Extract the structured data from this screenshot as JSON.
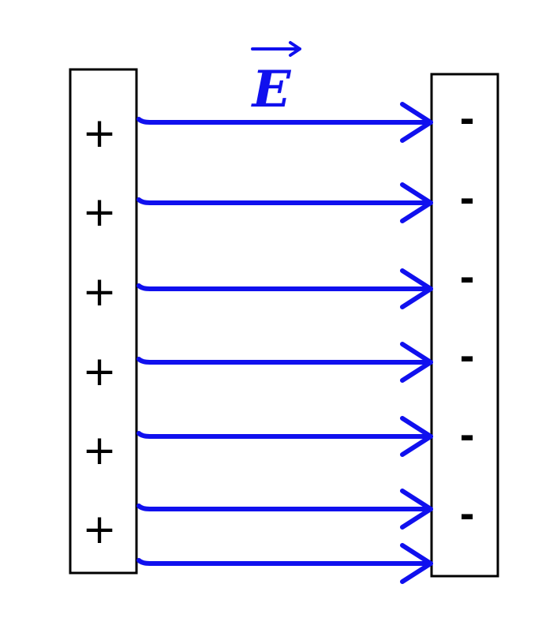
{
  "field": {
    "label": "E",
    "vector_arrow": "→",
    "color": "#1010ee",
    "line_count": 7
  },
  "positive_plate": {
    "charge_symbol": "+",
    "charge_count": 6
  },
  "negative_plate": {
    "charge_symbol": "-",
    "charge_count": 6
  }
}
